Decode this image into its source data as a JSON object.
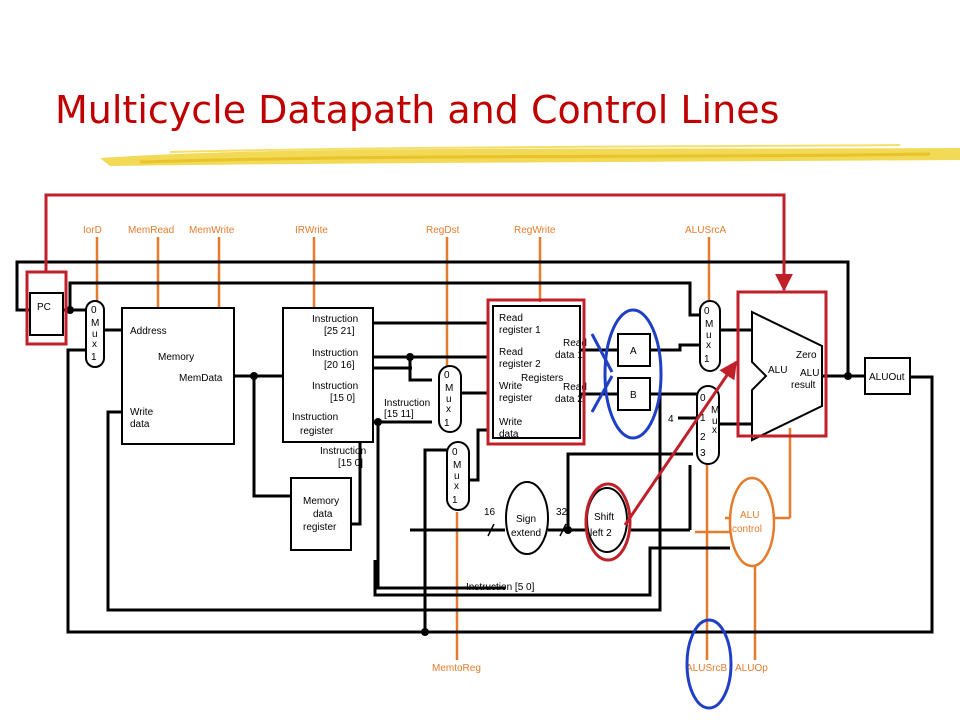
{
  "title": "Multicycle Datapath and Control Lines",
  "colors": {
    "title": "#c00000",
    "control": "#e57c2d",
    "wire": "#000000",
    "highlight_red": "#c0202a",
    "highlight_blue": "#1f3fc4",
    "brush": "#f0d43a"
  },
  "control_signals_top": {
    "iord": "IorD",
    "memread": "MemRead",
    "memwrite": "MemWrite",
    "irwrite": "IRWrite",
    "regdst": "RegDst",
    "regwrite": "RegWrite",
    "alusrca": "ALUSrcA"
  },
  "control_signals_bottom": {
    "memtoreg": "MemtoReg",
    "alusrcb": "ALUSrcB",
    "aluop": "ALUOp"
  },
  "pc": "PC",
  "memory": {
    "address": "Address",
    "name": "Memory",
    "memdata": "MemData",
    "write": "Write",
    "data": "data"
  },
  "instruction_register": {
    "f1a": "Instruction",
    "f1b": "[25   21]",
    "f2a": "Instruction",
    "f2b": "[20   16]",
    "f3a": "Instruction",
    "f3b": "[15   0]",
    "name1": "Instruction",
    "name2": "register"
  },
  "ir_tap_11": {
    "a": "Instruction",
    "b": "[15   11]"
  },
  "ir_tap_0": {
    "a": "Instruction",
    "b": "[15   0]"
  },
  "mdr": {
    "l1": "Memory",
    "l2": "data",
    "l3": "register"
  },
  "registers": {
    "rr1a": "Read",
    "rr1b": "register 1",
    "rr2a": "Read",
    "rr2b": "register 2",
    "wra": "Write",
    "wrb": "register",
    "wda": "Write",
    "wdb": "data",
    "rd1a": "Read",
    "rd1b": "data 1",
    "rd2a": "Read",
    "rd2b": "data 2",
    "name": "Registers"
  },
  "reg_a": "A",
  "reg_b": "B",
  "mux": {
    "zero": "0",
    "one": "1",
    "two": "2",
    "three": "3",
    "m": "M",
    "u": "u",
    "x": "x"
  },
  "sign_extend": {
    "l1": "Sign",
    "l2": "extend"
  },
  "shift_left": {
    "l1": "Shift",
    "l2": "left 2"
  },
  "bus_width_16": "16",
  "bus_width_32": "32",
  "const_4": "4",
  "alu": {
    "name": "ALU",
    "zero": "Zero",
    "result1": "ALU",
    "result2": "result"
  },
  "alu_control": {
    "l1": "ALU",
    "l2": "control"
  },
  "aluout": "ALUOut",
  "instruction_5_0": "Instruction [5   0]"
}
